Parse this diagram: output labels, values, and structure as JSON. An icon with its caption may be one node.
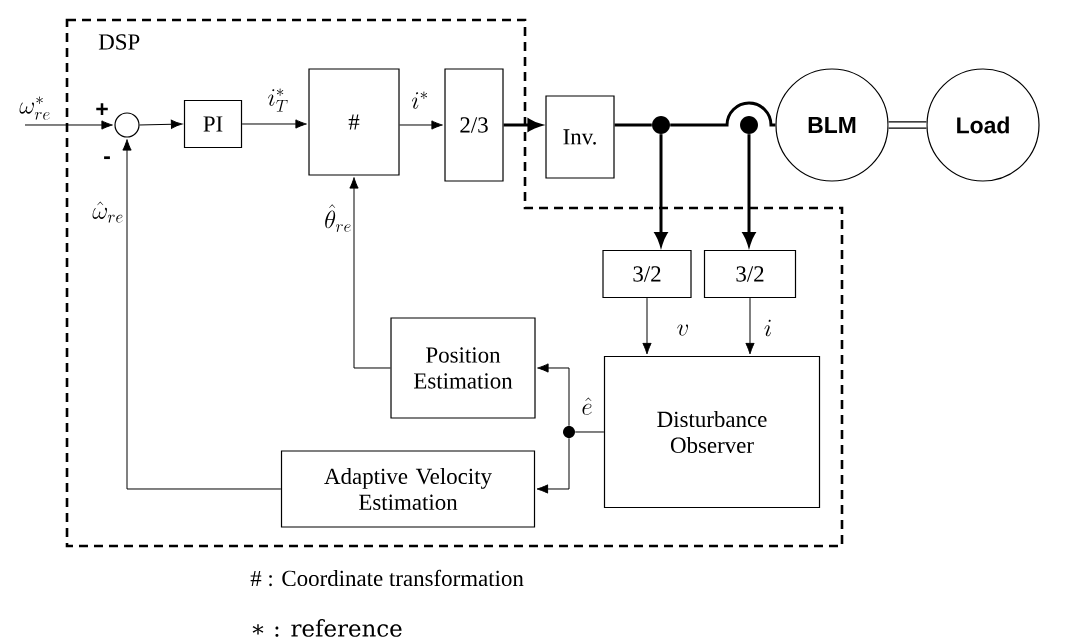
{
  "diagram": {
    "nodes": [
      {
        "text": [
          "DSP"
        ]
      },
      {
        "text": [],
        "shape": "circle",
        "in": 0
      },
      {
        "text": [
          "PI"
        ],
        "in": 0
      },
      {
        "text": [
          "#"
        ],
        "in": 0
      },
      {
        "text": [
          "2/3"
        ],
        "in": 0
      },
      {
        "text": [
          "Inv."
        ]
      },
      {
        "text": [],
        "shape": "circle"
      },
      {
        "text": [],
        "shape": "circle"
      },
      {
        "text": [
          "3/2"
        ],
        "in": 0
      },
      {
        "text": [
          "3/2"
        ],
        "in": 0
      },
      {
        "text": [
          "BLM"
        ]
      },
      {
        "text": [
          "Load"
        ]
      },
      {
        "text": [
          "Position Estimation"
        ],
        "in": 0
      },
      {
        "text": [
          "Adaptive Velocity Estimation"
        ],
        "in": 0
      },
      {
        "text": [
          "Disturbance Observer"
        ],
        "in": 0
      },
      {
        "text": [],
        "shape": "circle",
        "in": 0
      }
    ],
    "edges": [
      {
        "from": null,
        "to": 1,
        "arrow": "to",
        "label": "\\omega^{*}_{re}"
      },
      {
        "from": 1,
        "to": 2,
        "arrow": "to"
      },
      {
        "from": 2,
        "to": 3,
        "arrow": "to",
        "label": "i^{*}_{T}"
      },
      {
        "from": 3,
        "to": 4,
        "arrow": "to",
        "label": "i^{*}"
      },
      {
        "from": 4,
        "to": 5,
        "arrow": "to",
        "style": "thick"
      },
      {
        "from": 5,
        "to": 6,
        "arrow": "none",
        "style": "thick"
      },
      {
        "from": 6,
        "to": 10,
        "arrow": "none",
        "style": "thick"
      },
      {
        "from": 6,
        "to": 8,
        "arrow": "to",
        "style": "thick"
      },
      {
        "from": 7,
        "to": 9,
        "arrow": "to",
        "style": "thick"
      },
      {
        "from": 8,
        "to": 14,
        "arrow": "to",
        "label": "v"
      },
      {
        "from": 9,
        "to": 14,
        "arrow": "to",
        "label": "i"
      },
      {
        "from": 14,
        "to": 15,
        "arrow": "none",
        "label": "\\hat{e}"
      },
      {
        "from": 15,
        "to": 12,
        "arrow": "to"
      },
      {
        "from": 15,
        "to": 13,
        "arrow": "to"
      },
      {
        "from": 12,
        "to": 3,
        "arrow": "to",
        "label": "\\hat{\\theta}_{re}"
      },
      {
        "from": 13,
        "to": 1,
        "arrow": "to",
        "label": "\\hat{\\omega}_{re}"
      },
      {
        "from": 10,
        "to": 11,
        "arrow": "none",
        "style": "thick"
      }
    ],
    "labels": [
      "+",
      "-",
      "# : Coordinate transformation",
      "∗ : reference"
    ]
  }
}
